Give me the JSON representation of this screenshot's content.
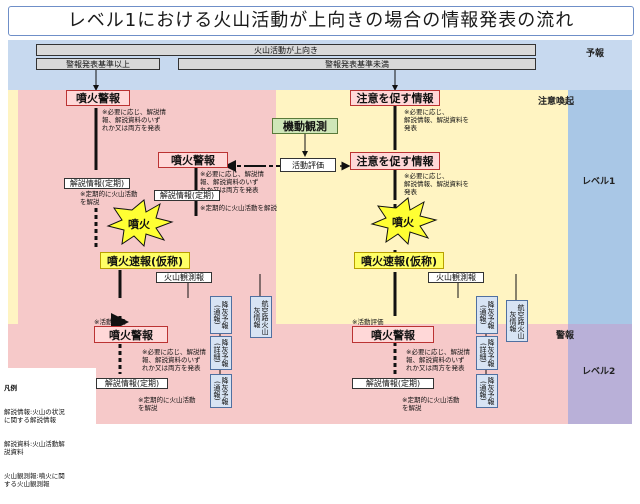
{
  "title": "レベル1における火山活動が上向きの場合の情報発表の流れ",
  "zones": {
    "yoho": "予報",
    "chuuikanki": "注意喚起",
    "level1": "レベル1",
    "keiho": "警報",
    "level2": "レベル2"
  },
  "header": {
    "top": "火山活動が上向き",
    "left": "警報発表基準以上",
    "right": "警報発表基準未満"
  },
  "boxes": {
    "funka_keiho_1": "噴火警報",
    "chuui_1": "注意を促す情報",
    "kidou": "機動観測",
    "katsudou_hyouka": "活動評価",
    "funka_keiho_2": "噴火警報",
    "chuui_2": "注意を促す情報",
    "kaisetsu_teiki_1": "解説情報(定期)",
    "kaisetsu_teiki_2": "解説情報(定期)",
    "sokuhou_left": "噴火速報(仮称)",
    "sokuhou_right": "噴火速報(仮称)",
    "kazan_kansoku_left": "火山観測報",
    "kazan_kansoku_right": "火山観測報",
    "kouhai_left_1": "降灰予報(通報)",
    "kouhai_left_2": "降灰予報(詳細)",
    "kouhai_left_3": "降灰予報(通報)",
    "kouhai_right_1": "降灰予報(通報)",
    "kouhai_right_2": "降灰予報(詳細)",
    "kouhai_right_3": "降灰予報(通報)",
    "koukuu_left": "航空路火山灰情報",
    "koukuu_right": "航空路火山灰情報",
    "funka_keiho_3": "噴火警報",
    "funka_keiho_4": "噴火警報",
    "kaisetsu_teiki_3": "解説情報(定期)",
    "kaisetsu_teiki_4": "解説情報(定期)"
  },
  "notes": {
    "n1": "※必要に応じ、解説情\n報、解説資料のいず\nれか又は両方を発表",
    "n2": "※必要に応じ、解説情\n報、解説資料のいず\nれか又は両方を発表",
    "n3": "※必要に応じ、\n解説情報、解説資料を\n発表",
    "n4": "※必要に応じ、\n解説情報、解説資料を\n発表",
    "n5": "※定期的に火山活動\nを解説",
    "n6": "※定期的に火山活動を解説",
    "n7": "※活動評価",
    "n8": "※活動評価",
    "n9": "※必要に応じ、解説情\n報、解説資料のいず\nれか又は両方を発表",
    "n10": "※必要に応じ、解説情\n報、解説資料のいず\nれか又は両方を発表",
    "n11": "※定期的に火山活動\nを解説",
    "n12": "※定期的に火山活動\nを解説"
  },
  "burst": "噴火",
  "legend": {
    "heading": "凡例",
    "l1": "解説情報:火山の状況\nに関する解説情報",
    "l2": "解説資料:火山活動解\n説資料",
    "l3": "火山観測報:噴火に関\nする火山観測報"
  },
  "colors": {
    "yoho_bg": "#c7d9ef",
    "chuui_bg": "#fff4c2",
    "keiho_bg": "#f6c9c9",
    "level_bg": "#a9c7e6",
    "level2_bg": "#b9b0d8",
    "title_border": "#6f8fc8"
  }
}
